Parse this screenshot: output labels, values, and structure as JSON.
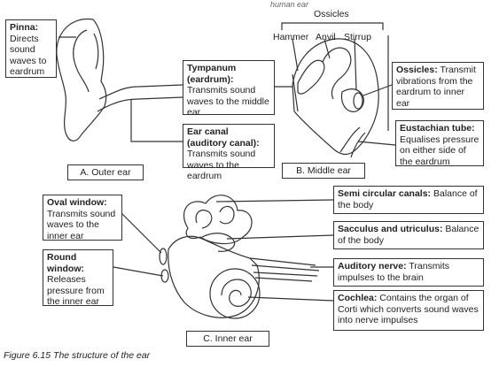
{
  "header_text": "human ear",
  "ossicles_heading": "Ossicles",
  "ossicle_names": {
    "hammer": "Hammer",
    "anvil": "Anvil",
    "stirrup": "Stirrup"
  },
  "annotations": {
    "pinna": {
      "term": "Pinna:",
      "desc": "Directs sound waves to eardrum"
    },
    "tympanum": {
      "term": "Tympanum (eardrum):",
      "desc": "Transmits sound waves to the middle ear"
    },
    "ear_canal": {
      "term": "Ear canal (auditory canal):",
      "desc": "Transmits sound waves to the eardrum"
    },
    "ossicles": {
      "term": "Ossicles:",
      "desc": "Transmit vibrations from the eardrum to inner ear"
    },
    "eustachian": {
      "term": "Eustachian tube:",
      "desc": "Equalises pressure on either side of the eardrum"
    },
    "oval_window": {
      "term": "Oval window:",
      "desc": "Transmits sound waves to the inner ear"
    },
    "round_window": {
      "term": "Round window:",
      "desc": "Releases pressure from the inner ear"
    },
    "semicircular": {
      "term": "Semi circular canals:",
      "desc": "Balance of the body"
    },
    "sacculus": {
      "term": "Sacculus and utriculus:",
      "desc": "Balance of the body"
    },
    "auditory_nerve": {
      "term": "Auditory nerve:",
      "desc": "Transmits impulses to the brain"
    },
    "cochlea": {
      "term": "Cochlea:",
      "desc": "Contains the organ of Corti which converts sound waves into nerve impulses"
    }
  },
  "section_labels": {
    "outer": "A. Outer ear",
    "middle": "B. Middle ear",
    "inner": "C. Inner ear"
  },
  "caption": "Figure 6.15 The structure of the ear"
}
